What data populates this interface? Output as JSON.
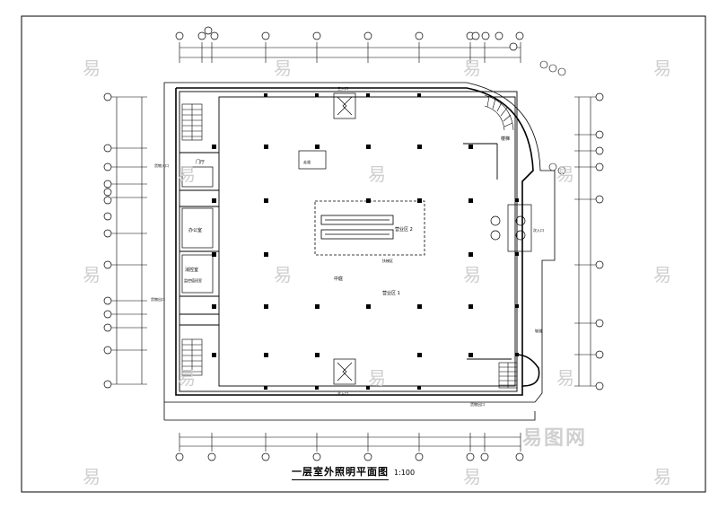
{
  "drawing": {
    "title": "一层室外照明平面图",
    "scale": "1:100"
  },
  "watermark": {
    "glyph": "易",
    "logo": "易图网"
  },
  "labels": {
    "rooms": {
      "atrium": "中庭",
      "stair_note": "楼梯",
      "office": "办公室",
      "control": "消控室",
      "control_sub": "监控值班室",
      "escalator_zone": "扶梯区",
      "shop_a": "营业区 1",
      "shop_b": "营业区 2",
      "lobby": "门厅",
      "corridor": "走道"
    },
    "entrances": {
      "main_top": "主入口",
      "main_bottom": "主入口",
      "side_right": "次入口",
      "left_upper": "货物入口",
      "left_lower": "货物出口",
      "east_ramp": "坡道",
      "bottom_right": "货物出口"
    }
  },
  "colors": {
    "line": "#000000",
    "watermark": "#cfcfcf"
  }
}
